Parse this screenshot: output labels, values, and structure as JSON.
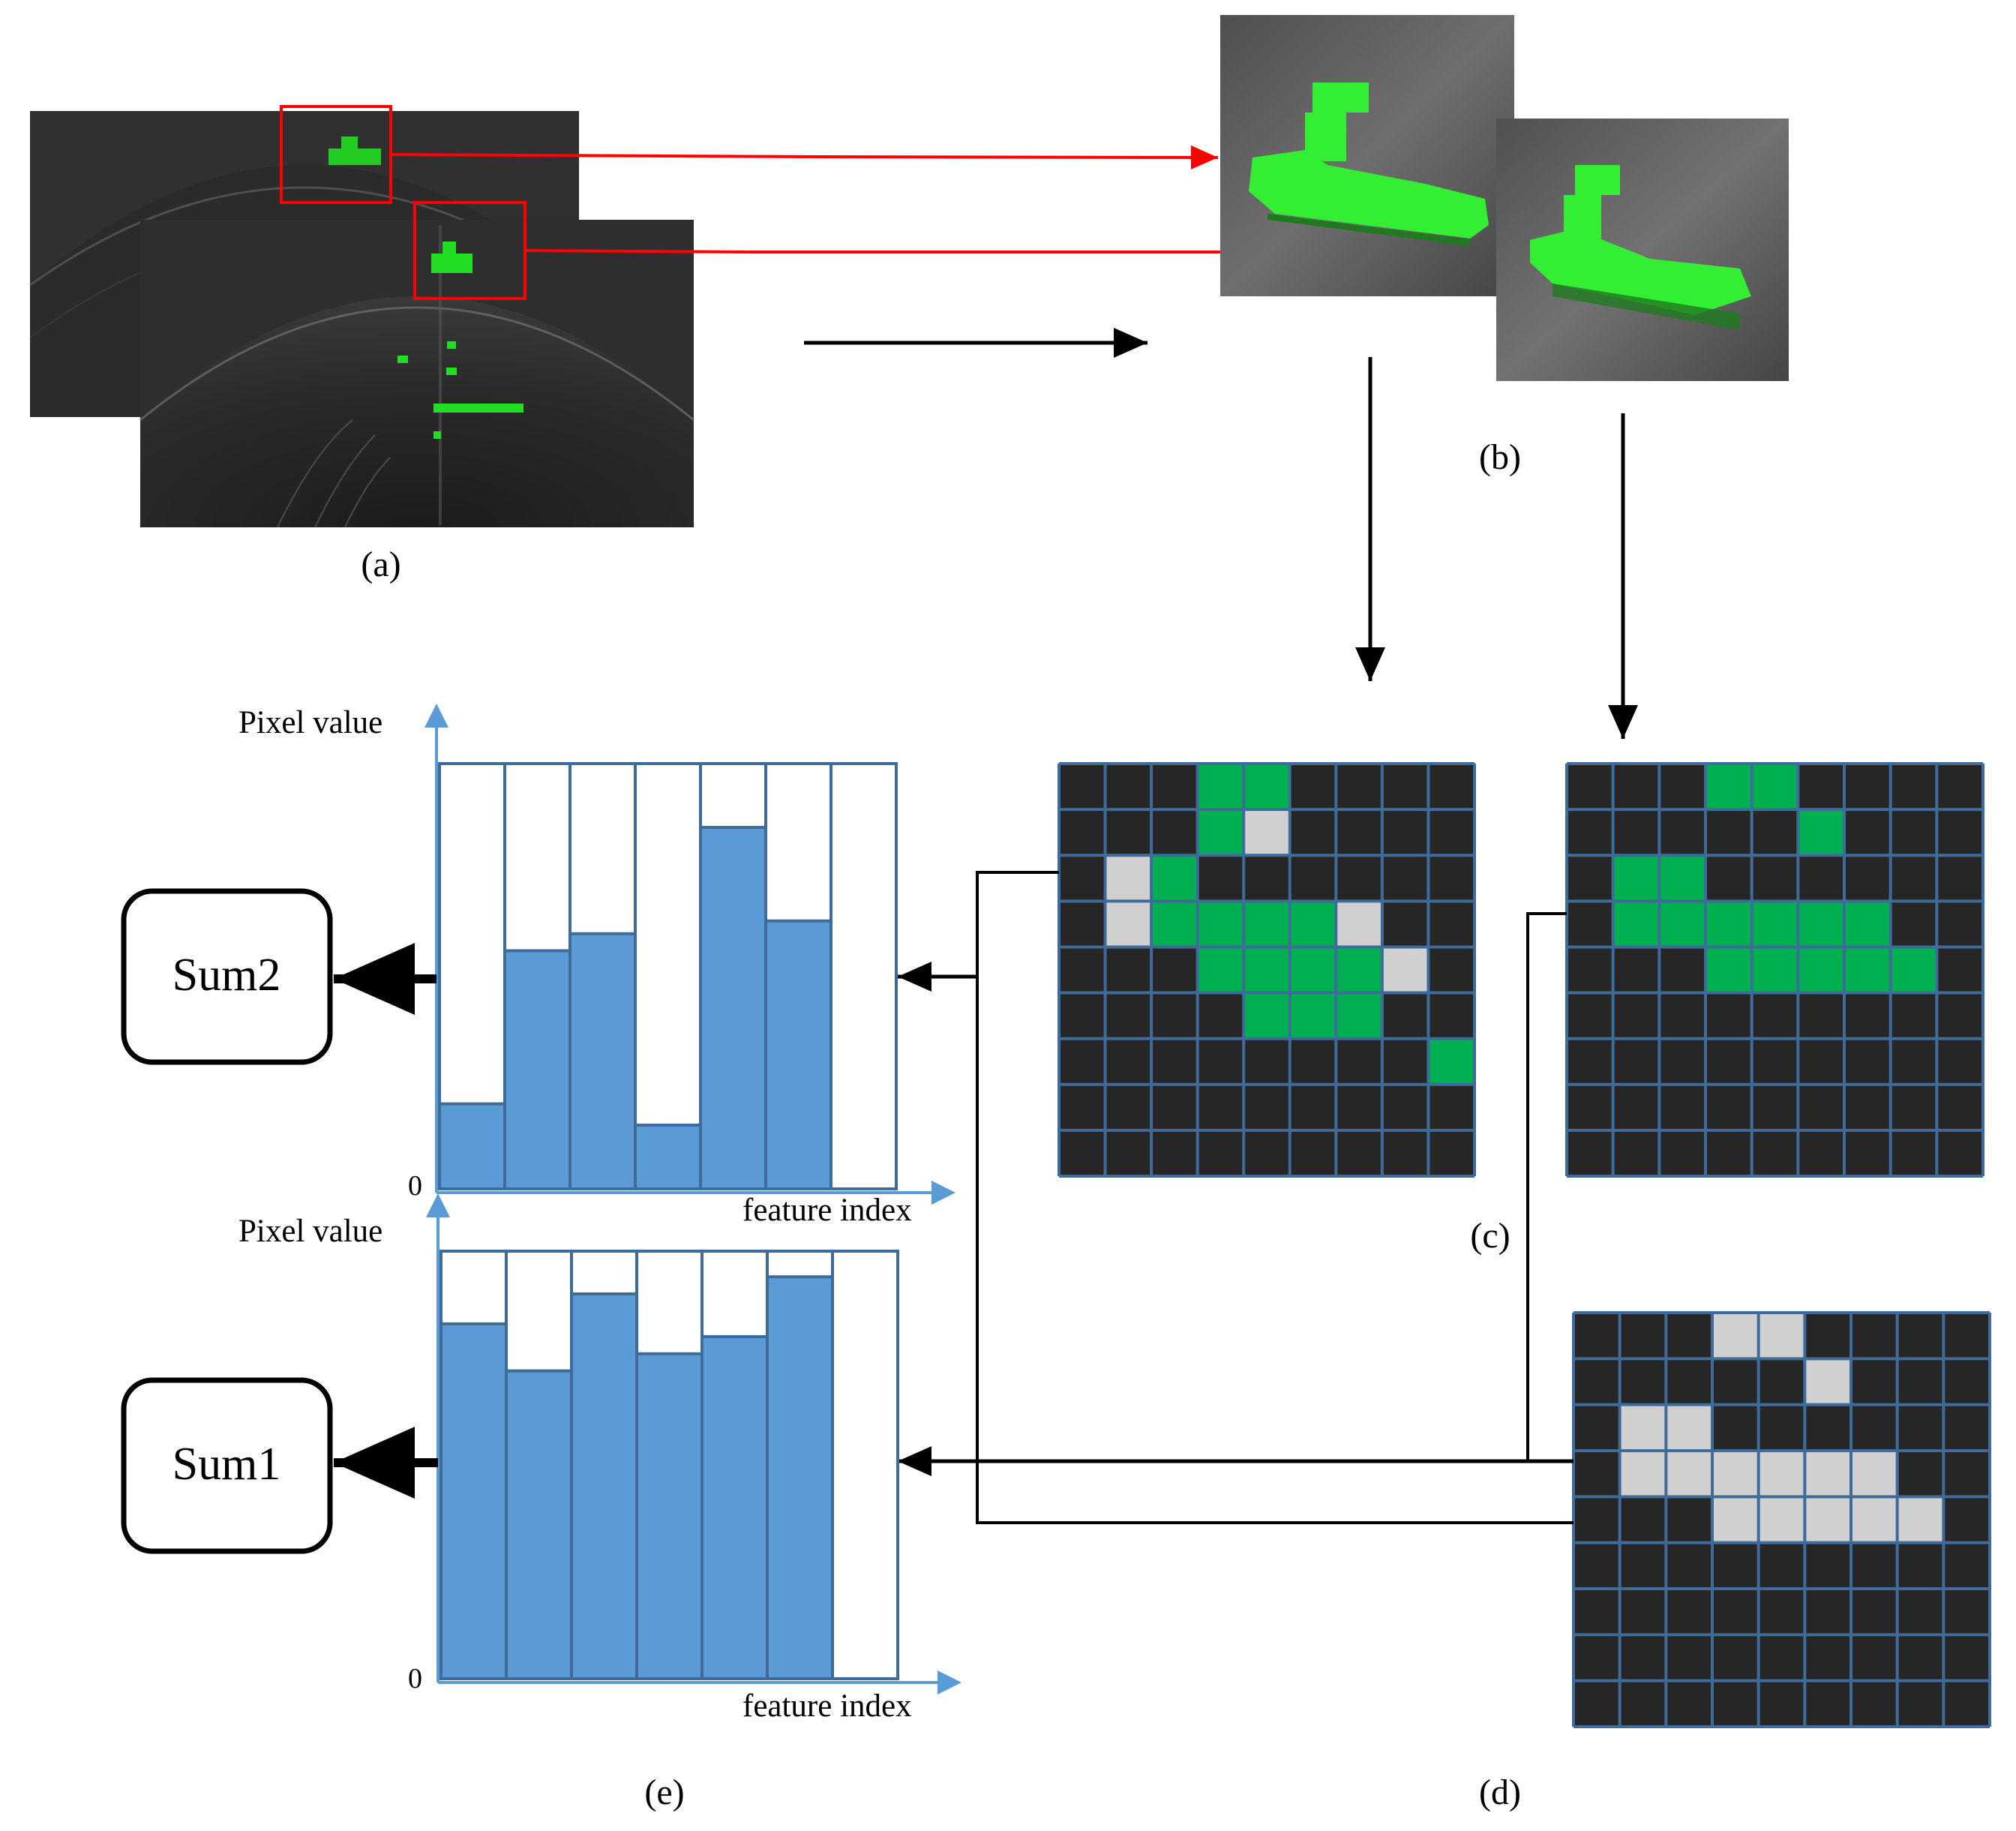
{
  "captions": {
    "a": "(a)",
    "b": "(b)",
    "c": "(c)",
    "d": "(d)",
    "e": "(e)"
  },
  "colors": {
    "feature_green": "#00b050",
    "cell_gray": "#d0d0d0",
    "cell_dark": "#262626",
    "grid_line": "#3f6b9a",
    "bar_blue": "#5b9bd5",
    "axis_blue": "#5b9bd5",
    "roi_red": "#ff0000"
  },
  "histograms": {
    "top": {
      "y_axis_label": "Pixel value",
      "x_axis_label": "feature index",
      "origin_label": "0",
      "ellipsis": "...",
      "sum_label": "Sum2",
      "values": [
        0.2,
        0.56,
        0.6,
        0.15,
        0.85,
        0.63
      ]
    },
    "bottom": {
      "y_axis_label": "Pixel value",
      "x_axis_label": "feature index",
      "origin_label": "0",
      "ellipsis": "...",
      "sum_label": "Sum1",
      "values": [
        0.83,
        0.72,
        0.9,
        0.76,
        0.8,
        0.94
      ]
    }
  },
  "grids": {
    "c1": [
      "000110000",
      "000120000",
      "021000000",
      "021111200",
      "000111120",
      "000011100",
      "000000001",
      "000000000",
      "000000000"
    ],
    "c2": [
      "000110000",
      "000001000",
      "011000000",
      "011111100",
      "000111110",
      "000000000",
      "000000000",
      "000000000",
      "000000000"
    ],
    "d": [
      "000220000",
      "000002000",
      "022000000",
      "022222200",
      "000222220",
      "000000000",
      "000000000",
      "000000000",
      "000000000"
    ]
  }
}
